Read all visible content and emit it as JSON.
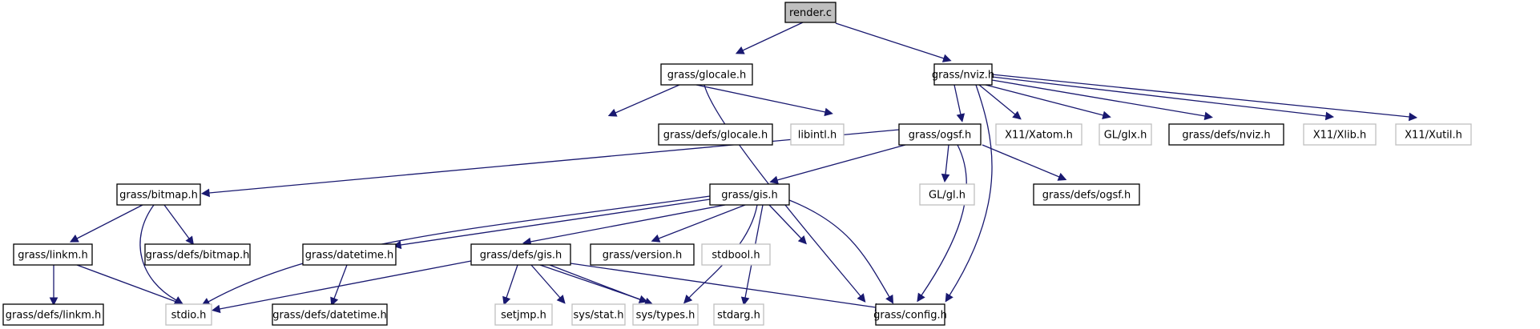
{
  "diagram": {
    "type": "include-dependency-graph",
    "root": "render.c",
    "colors": {
      "edge": "#191970",
      "node_border": "#000000",
      "external_border": "#bfbfbf",
      "root_fill": "#bfbfbf"
    },
    "nodes": [
      {
        "id": "render_c",
        "label": "render.c",
        "kind": "root"
      },
      {
        "id": "glocale_h",
        "label": "grass/glocale.h",
        "kind": "documented"
      },
      {
        "id": "nviz_h",
        "label": "grass/nviz.h",
        "kind": "documented"
      },
      {
        "id": "defs_glocale_h",
        "label": "grass/defs/glocale.h",
        "kind": "documented"
      },
      {
        "id": "libintl_h",
        "label": "libintl.h",
        "kind": "external"
      },
      {
        "id": "ogsf_h",
        "label": "grass/ogsf.h",
        "kind": "documented"
      },
      {
        "id": "xatom_h",
        "label": "X11/Xatom.h",
        "kind": "external"
      },
      {
        "id": "glx_h",
        "label": "GL/glx.h",
        "kind": "external"
      },
      {
        "id": "defs_nviz_h",
        "label": "grass/defs/nviz.h",
        "kind": "documented"
      },
      {
        "id": "xlib_h",
        "label": "X11/Xlib.h",
        "kind": "external"
      },
      {
        "id": "xutil_h",
        "label": "X11/Xutil.h",
        "kind": "external"
      },
      {
        "id": "bitmap_h",
        "label": "grass/bitmap.h",
        "kind": "documented"
      },
      {
        "id": "gis_h",
        "label": "grass/gis.h",
        "kind": "documented"
      },
      {
        "id": "gl_h",
        "label": "GL/gl.h",
        "kind": "external"
      },
      {
        "id": "defs_ogsf_h",
        "label": "grass/defs/ogsf.h",
        "kind": "documented"
      },
      {
        "id": "linkm_h",
        "label": "grass/linkm.h",
        "kind": "documented"
      },
      {
        "id": "defs_bitmap_h",
        "label": "grass/defs/bitmap.h",
        "kind": "documented"
      },
      {
        "id": "datetime_h",
        "label": "grass/datetime.h",
        "kind": "documented"
      },
      {
        "id": "defs_gis_h",
        "label": "grass/defs/gis.h",
        "kind": "documented"
      },
      {
        "id": "version_h",
        "label": "grass/version.h",
        "kind": "documented"
      },
      {
        "id": "stdbool_h",
        "label": "stdbool.h",
        "kind": "external"
      },
      {
        "id": "defs_linkm_h",
        "label": "grass/defs/linkm.h",
        "kind": "documented"
      },
      {
        "id": "stdio_h",
        "label": "stdio.h",
        "kind": "external"
      },
      {
        "id": "defs_datetime_h",
        "label": "grass/defs/datetime.h",
        "kind": "documented"
      },
      {
        "id": "setjmp_h",
        "label": "setjmp.h",
        "kind": "external"
      },
      {
        "id": "sys_stat_h",
        "label": "sys/stat.h",
        "kind": "external"
      },
      {
        "id": "sys_types_h",
        "label": "sys/types.h",
        "kind": "external"
      },
      {
        "id": "stdarg_h",
        "label": "stdarg.h",
        "kind": "external"
      },
      {
        "id": "config_h",
        "label": "grass/config.h",
        "kind": "documented"
      }
    ],
    "edges": [
      [
        "render_c",
        "glocale_h"
      ],
      [
        "render_c",
        "nviz_h"
      ],
      [
        "glocale_h",
        "defs_glocale_h"
      ],
      [
        "glocale_h",
        "libintl_h"
      ],
      [
        "glocale_h",
        "config_h"
      ],
      [
        "nviz_h",
        "ogsf_h"
      ],
      [
        "nviz_h",
        "xatom_h"
      ],
      [
        "nviz_h",
        "glx_h"
      ],
      [
        "nviz_h",
        "config_h"
      ],
      [
        "nviz_h",
        "defs_nviz_h"
      ],
      [
        "nviz_h",
        "xlib_h"
      ],
      [
        "nviz_h",
        "xutil_h"
      ],
      [
        "ogsf_h",
        "bitmap_h"
      ],
      [
        "ogsf_h",
        "gis_h"
      ],
      [
        "ogsf_h",
        "gl_h"
      ],
      [
        "ogsf_h",
        "config_h"
      ],
      [
        "ogsf_h",
        "defs_ogsf_h"
      ],
      [
        "bitmap_h",
        "linkm_h"
      ],
      [
        "bitmap_h",
        "stdio_h"
      ],
      [
        "bitmap_h",
        "defs_bitmap_h"
      ],
      [
        "linkm_h",
        "defs_linkm_h"
      ],
      [
        "linkm_h",
        "stdio_h"
      ],
      [
        "gis_h",
        "stdio_h"
      ],
      [
        "gis_h",
        "datetime_h"
      ],
      [
        "gis_h",
        "defs_gis_h"
      ],
      [
        "gis_h",
        "version_h"
      ],
      [
        "gis_h",
        "sys_types_h"
      ],
      [
        "gis_h",
        "stdarg_h"
      ],
      [
        "gis_h",
        "stdbool_h"
      ],
      [
        "gis_h",
        "config_h"
      ],
      [
        "datetime_h",
        "defs_datetime_h"
      ],
      [
        "defs_gis_h",
        "stdio_h"
      ],
      [
        "defs_gis_h",
        "setjmp_h"
      ],
      [
        "defs_gis_h",
        "sys_stat_h"
      ],
      [
        "defs_gis_h",
        "sys_types_h"
      ],
      [
        "defs_gis_h",
        "stdarg_h"
      ],
      [
        "defs_gis_h",
        "config_h"
      ]
    ]
  }
}
